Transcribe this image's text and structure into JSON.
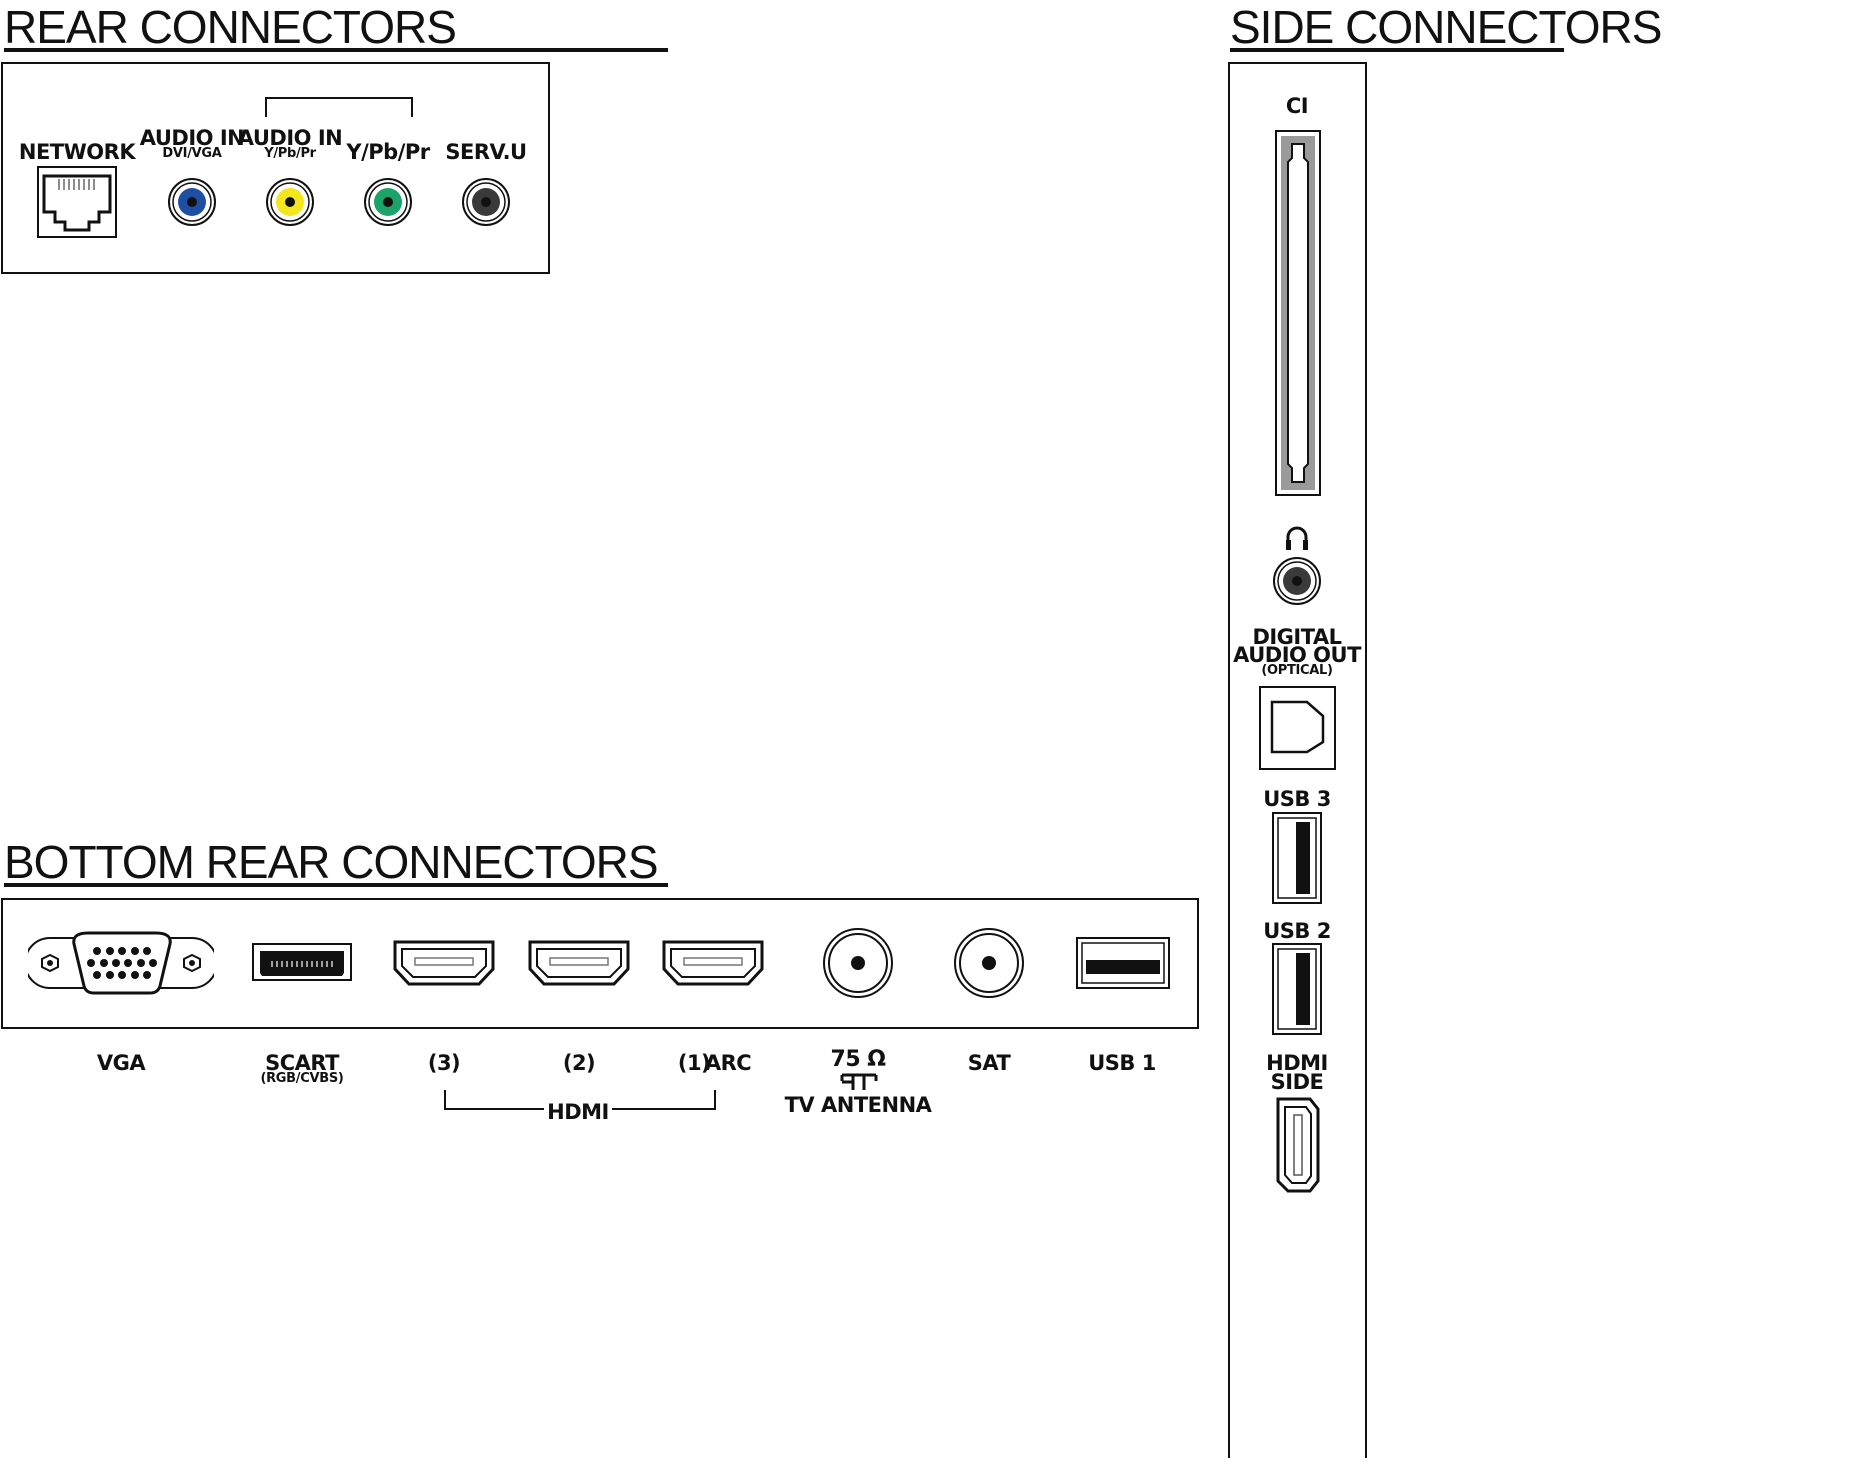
{
  "rear": {
    "heading": "REAR CONNECTORS",
    "network": "NETWORK",
    "audio_in_dvi": {
      "label": "AUDIO IN",
      "sub": "DVI/VGA"
    },
    "audio_in_ypbpr": {
      "label": "AUDIO IN",
      "sub": "Y/Pb/Pr"
    },
    "ypbpr": "Y/Pb/Pr",
    "servu": "SERV.U"
  },
  "side": {
    "heading": "SIDE CONNECTORS",
    "ci": "CI",
    "digital_audio_out": {
      "line1": "DIGITAL",
      "line2": "AUDIO OUT",
      "sub": "(OPTICAL)"
    },
    "usb3": "USB 3",
    "usb2": "USB 2",
    "hdmi_side": {
      "line1": "HDMI",
      "line2": "SIDE"
    }
  },
  "bottom": {
    "heading": "BOTTOM REAR CONNECTORS",
    "vga": "VGA",
    "scart": {
      "label": "SCART",
      "sub": "(RGB/CVBS)"
    },
    "hdmi3": "(3)",
    "hdmi2": "(2)",
    "hdmi1": "(1)",
    "arc": "ARC",
    "hdmi_group": "HDMI",
    "antenna_ohm": "75 Ω",
    "antenna": "TV ANTENNA",
    "sat": "SAT",
    "usb1": "USB 1"
  },
  "colors": {
    "audio_dvi_jack": "#1f4fa3",
    "audio_ypbpr_jack": "#f2e61c",
    "ypbpr_jack": "#1ba36a",
    "servu_jack": "#3a3a3a",
    "ci_slot": "#9a9a9a"
  }
}
